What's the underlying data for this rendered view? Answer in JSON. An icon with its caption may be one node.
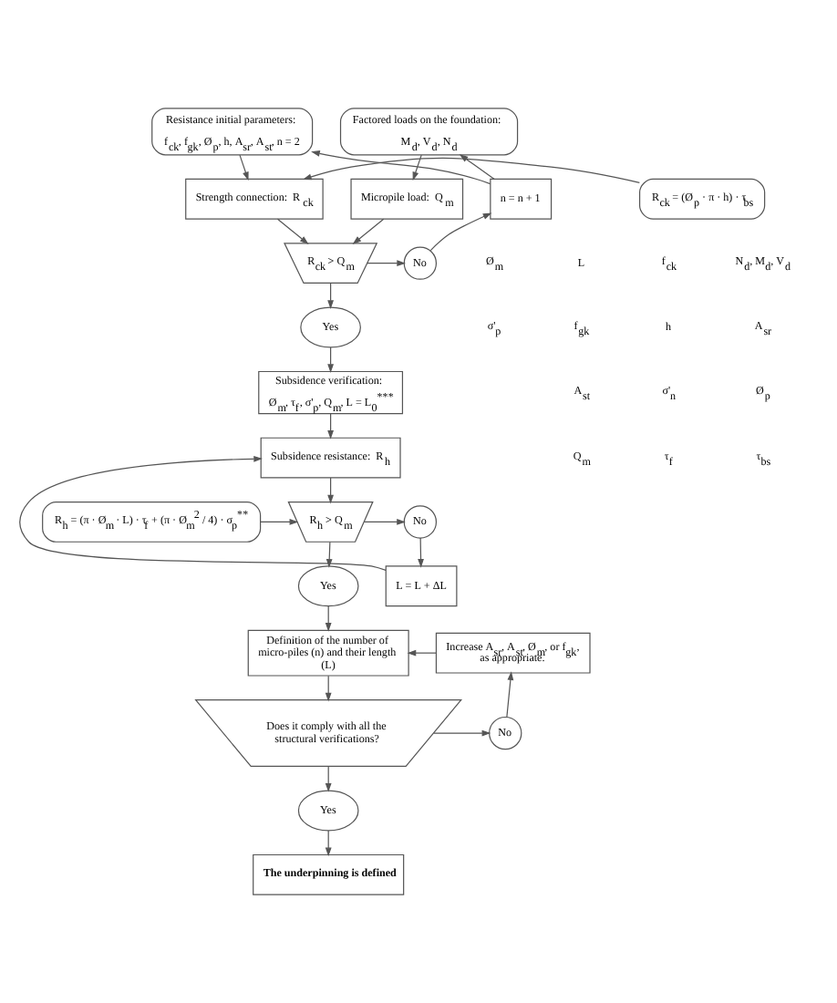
{
  "diagram": {
    "nodes": [
      {
        "text": [
          "Resistance initial parameters:",
          "f$_{ck}$, f$_{gk}$, Ø$_{p}$, h, A$_{sr}$, A$_{st}$, n = 2"
        ]
      },
      {
        "text": [
          "Factored loads on the foundation:",
          "M$_{d}$, V$_{d}$, N$_{d}$"
        ]
      },
      {
        "text": [
          "R$_{ck}$ = (Ø$_{p}$ · π · h) · τ$_{bs}$"
        ]
      },
      {
        "text": [
          "Strength connection:  R$_{ck}$"
        ]
      },
      {
        "text": [
          "Micropile load:  Q$_{m}$"
        ]
      },
      {
        "text": [
          "R$_{ck}$ > Q$_{m}$"
        ]
      },
      {
        "text": [
          "No"
        ]
      },
      {
        "text": [
          "n = n + 1"
        ]
      },
      {
        "text": [
          "Yes"
        ]
      },
      {
        "text": [
          "Subsidence verification:",
          "Ø$_{m}$, τ$_{f}$, σ'$_{p}$, Q$_{m}$, L = L$_{0}$$^{***}$"
        ]
      },
      {
        "text": [
          "Subsidence resistance:  R$_{h}$"
        ]
      },
      {
        "text": [
          "R$_{h}$ = (π · Ø$_{m}$ · L) · τ$_{f}$ + (π · Ø$_{m}$$^{2}$ / 4) · σ$_{p}$$^{**}$"
        ]
      },
      {
        "text": [
          "R$_{h}$ > Q$_{m}$"
        ]
      },
      {
        "text": [
          "No"
        ]
      },
      {
        "text": [
          "L = L + ΔL"
        ]
      },
      {
        "text": [
          "Yes"
        ]
      },
      {
        "text": [
          "Definition of the number of micro-piles (n) and their length (L)"
        ]
      },
      {
        "text": [
          "Increase A$_{sr}$, A$_{st}$, Ø$_{m}$, or f$_{gk}$, as appropriate."
        ]
      },
      {
        "text": [
          "Does it comply with all the structural verifications?"
        ]
      },
      {
        "text": [
          "No"
        ]
      },
      {
        "text": [
          "Yes"
        ]
      },
      {
        "text": [
          "**The underpinning is defined**"
        ]
      }
    ],
    "edges": [
      {
        "from": 0,
        "to": 3,
        "arrow": "to"
      },
      {
        "from": 1,
        "to": 4,
        "arrow": "to"
      },
      {
        "from": 2,
        "to": 3,
        "arrow": "to"
      },
      {
        "from": 3,
        "to": 5,
        "arrow": "to"
      },
      {
        "from": 4,
        "to": 5,
        "arrow": "to"
      },
      {
        "from": 5,
        "to": 6,
        "arrow": "to"
      },
      {
        "from": 6,
        "to": 7,
        "arrow": "to"
      },
      {
        "from": 7,
        "to": 1,
        "arrow": "to"
      },
      {
        "from": 7,
        "to": 0,
        "arrow": "to"
      },
      {
        "from": 5,
        "to": 8,
        "arrow": "to"
      },
      {
        "from": 8,
        "to": 9,
        "arrow": "to"
      },
      {
        "from": 9,
        "to": 10,
        "arrow": "to"
      },
      {
        "from": 10,
        "to": 12,
        "arrow": "to"
      },
      {
        "from": 11,
        "to": 12,
        "arrow": "to"
      },
      {
        "from": 12,
        "to": 13,
        "arrow": "to"
      },
      {
        "from": 13,
        "to": 14,
        "arrow": "to"
      },
      {
        "from": 14,
        "to": 10,
        "arrow": "to"
      },
      {
        "from": 12,
        "to": 15,
        "arrow": "to"
      },
      {
        "from": 15,
        "to": 16,
        "arrow": "to"
      },
      {
        "from": 16,
        "to": 18,
        "arrow": "to"
      },
      {
        "from": 18,
        "to": 19,
        "arrow": "to"
      },
      {
        "from": 19,
        "to": 17,
        "arrow": "to"
      },
      {
        "from": 17,
        "to": 16,
        "arrow": "to"
      },
      {
        "from": 18,
        "to": 20,
        "arrow": "to"
      },
      {
        "from": 20,
        "to": 21,
        "arrow": "to"
      }
    ],
    "labels": [
      "N$_{d}$, M$_{d}$, V$_{d}$",
      "A$_{sr}$",
      "Ø$_{p}$",
      "τ$_{bs}$",
      "f$_{ck}$",
      "h",
      "σ'$_{n}$",
      "τ$_{f}$",
      "L",
      "f$_{gk}$",
      "A$_{st}$",
      "Q$_{m}$",
      "Ø$_{m}$",
      "σ'$_{p}$"
    ]
  }
}
